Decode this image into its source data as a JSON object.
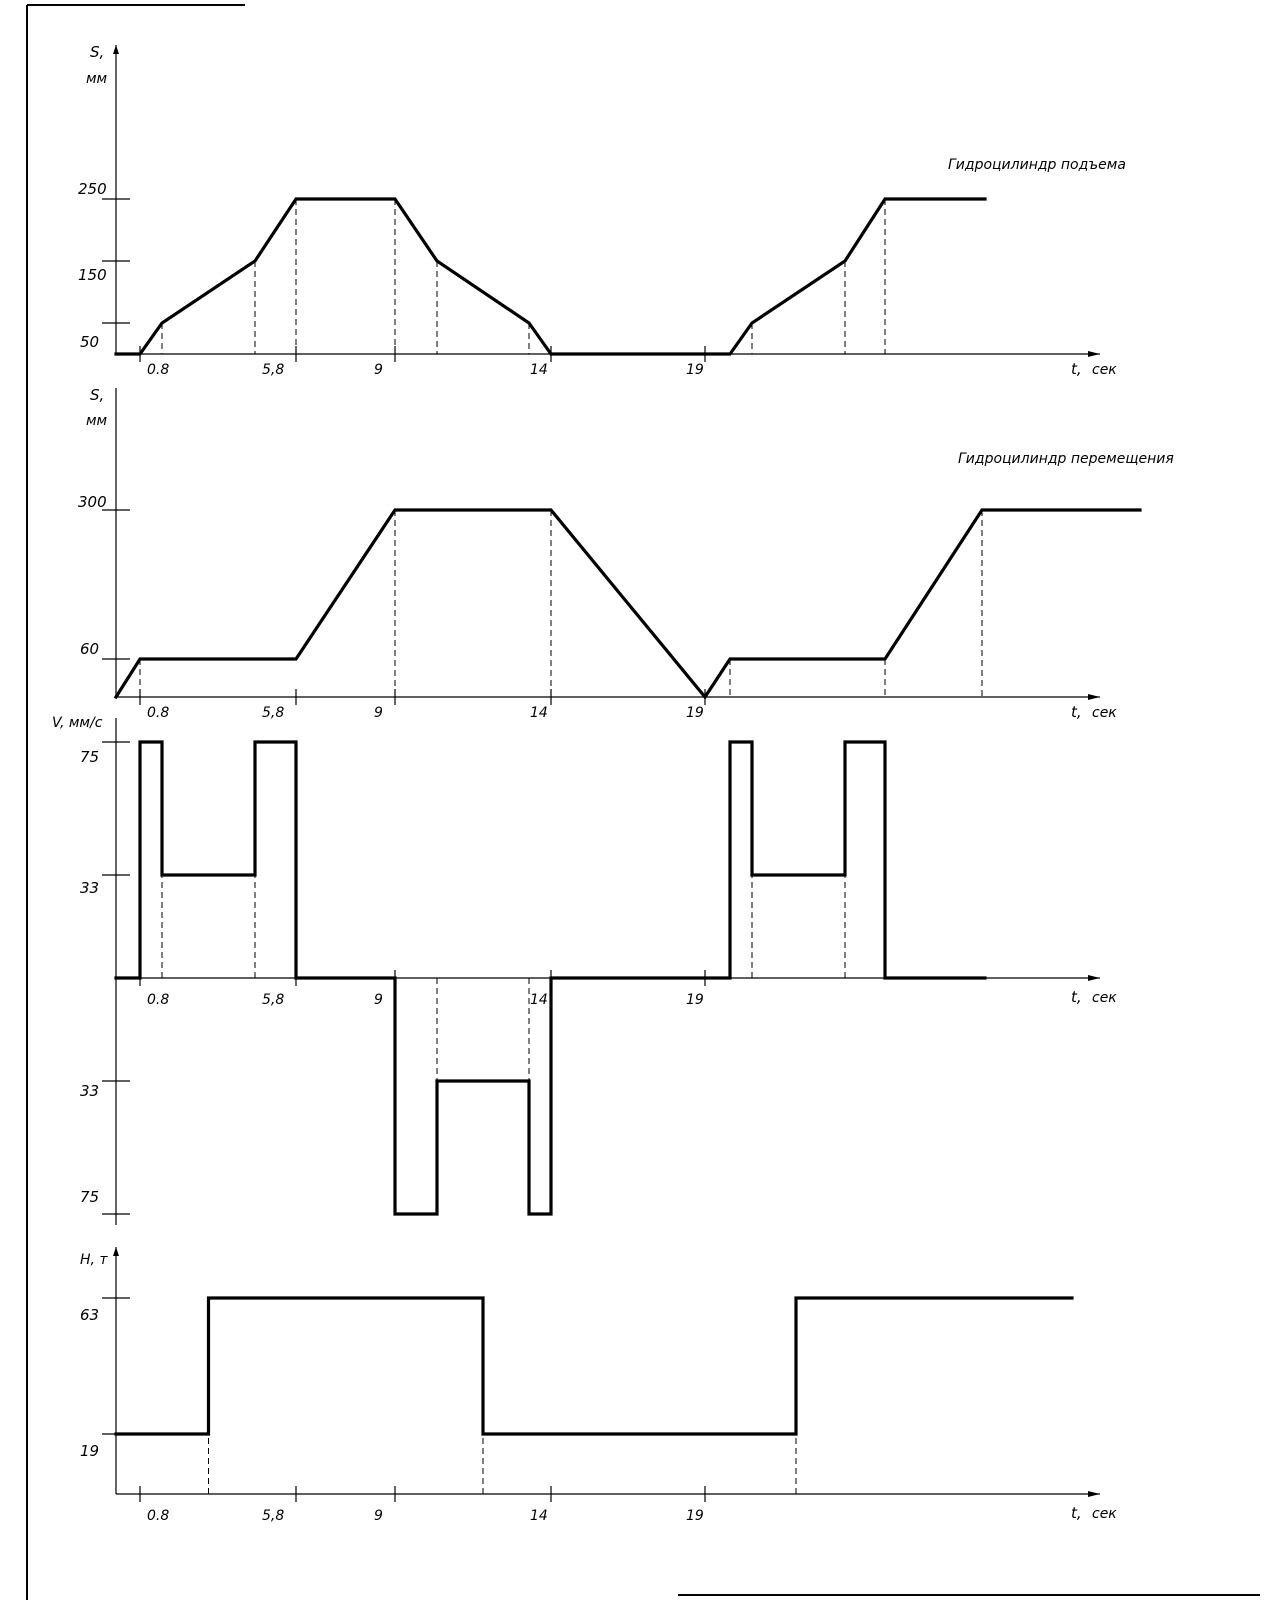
{
  "chart_data": [
    {
      "type": "line",
      "title": "Гидроцилиндр подъема",
      "ylabel": "S,",
      "yunit": "мм",
      "xlabel": "t,",
      "xunit": "сек",
      "x_ticks": [
        "0.8",
        "5,8",
        "9",
        "14",
        "19"
      ],
      "y_ticks": [
        "250",
        "150",
        "50"
      ],
      "series": [
        {
          "points": [
            [
              0,
              50
            ],
            [
              0.8,
              50
            ],
            [
              1.5,
              70
            ],
            [
              4.5,
              150
            ],
            [
              5.8,
              250
            ],
            [
              9,
              250
            ],
            [
              10.3,
              150
            ],
            [
              13.3,
              70
            ],
            [
              14,
              50
            ],
            [
              19,
              50
            ],
            [
              19.8,
              50
            ],
            [
              20.5,
              70
            ],
            [
              23.5,
              150
            ],
            [
              24.8,
              250
            ],
            [
              28.1,
              250
            ]
          ]
        }
      ]
    },
    {
      "type": "line",
      "title": "Гидроцилиндр перемещения",
      "ylabel": "S,",
      "yunit": "мм",
      "xlabel": "t,",
      "xunit": "сек",
      "x_ticks": [
        "0.8",
        "5,8",
        "9",
        "14",
        "19"
      ],
      "y_ticks": [
        "300",
        "60"
      ],
      "series": [
        {
          "points": [
            [
              0,
              0
            ],
            [
              0.8,
              60
            ],
            [
              5.8,
              60
            ],
            [
              9,
              300
            ],
            [
              14,
              300
            ],
            [
              19,
              0
            ],
            [
              19.8,
              60
            ],
            [
              24.8,
              60
            ],
            [
              28,
              300
            ],
            [
              33.2,
              300
            ]
          ]
        }
      ]
    },
    {
      "type": "line",
      "ylabel": "V, мм/с",
      "xlabel": "t,",
      "xunit": "сек",
      "x_ticks": [
        "0.8",
        "5,8",
        "9",
        "14",
        "19"
      ],
      "y_ticks_positive": [
        "75",
        "33"
      ],
      "y_ticks_negative": [
        "33",
        "75"
      ],
      "series": [
        {
          "points": [
            [
              0,
              0
            ],
            [
              0.8,
              0
            ],
            [
              0.8,
              75
            ],
            [
              1.5,
              75
            ],
            [
              1.5,
              33
            ],
            [
              4.5,
              33
            ],
            [
              4.5,
              75
            ],
            [
              5.8,
              75
            ],
            [
              5.8,
              0
            ],
            [
              9,
              0
            ],
            [
              9,
              -75
            ],
            [
              10.3,
              -75
            ],
            [
              10.3,
              -33
            ],
            [
              13.3,
              -33
            ],
            [
              13.3,
              -75
            ],
            [
              14,
              -75
            ],
            [
              14,
              0
            ],
            [
              19.8,
              0
            ],
            [
              19.8,
              75
            ],
            [
              20.5,
              75
            ],
            [
              20.5,
              33
            ],
            [
              23.5,
              33
            ],
            [
              23.5,
              75
            ],
            [
              24.8,
              75
            ],
            [
              24.8,
              0
            ],
            [
              28.1,
              0
            ]
          ]
        }
      ]
    },
    {
      "type": "line",
      "ylabel": "H, т",
      "xlabel": "t,",
      "xunit": "сек",
      "x_ticks": [
        "0.8",
        "5,8",
        "9",
        "14",
        "19"
      ],
      "y_ticks": [
        "63",
        "19"
      ],
      "series": [
        {
          "points": [
            [
              0,
              19
            ],
            [
              3,
              19
            ],
            [
              3,
              63
            ],
            [
              11.8,
              63
            ],
            [
              11.8,
              19
            ],
            [
              21.9,
              19
            ],
            [
              21.9,
              63
            ],
            [
              30.8,
              63
            ]
          ]
        }
      ]
    }
  ]
}
